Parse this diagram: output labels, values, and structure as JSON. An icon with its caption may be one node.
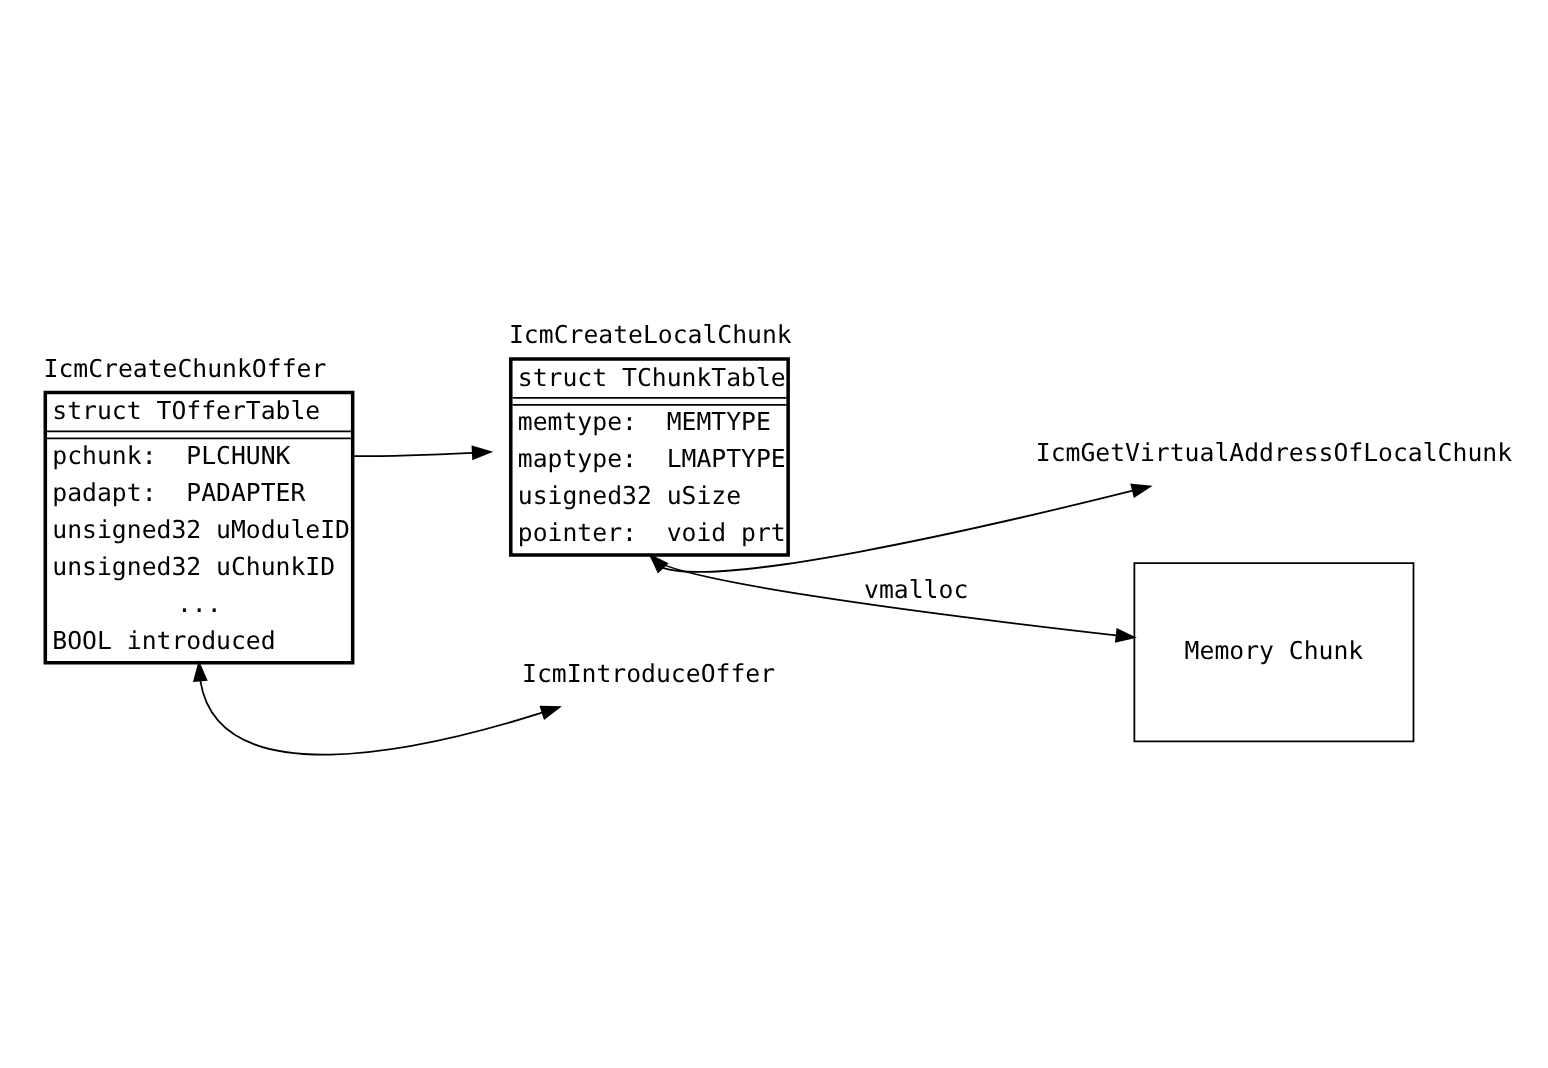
{
  "diagram": {
    "nodes": [
      {
        "text": [
          "IcmCreateChunkOffer",
          "struct TOfferTable",
          "pchunk:  PLCHUNK",
          "padapt:  PADAPTER",
          "unsigned32 uModuleID",
          "unsigned32 uChunkID",
          "...",
          "BOOL introduced"
        ]
      },
      {
        "text": [
          "IcmCreateLocalChunk",
          "struct TChunkTable",
          "memtype:  MEMTYPE",
          "maptype:  LMAPTYPE",
          "usigned32 uSize",
          "pointer:  void prt"
        ]
      },
      {
        "text": [
          "IcmIntroduceOffer"
        ]
      },
      {
        "text": [
          "IcmGetVirtualAddressOfLocalChunk"
        ]
      },
      {
        "text": [
          "Memory Chunk"
        ]
      }
    ],
    "edges": [
      {
        "from": 0,
        "to": 1,
        "arrow": "to"
      },
      {
        "from": 0,
        "to": 2,
        "arrow": "both"
      },
      {
        "from": 1,
        "to": 3,
        "arrow": "both"
      },
      {
        "from": 1,
        "to": 4,
        "arrow": "to",
        "label": "vmalloc"
      }
    ]
  }
}
